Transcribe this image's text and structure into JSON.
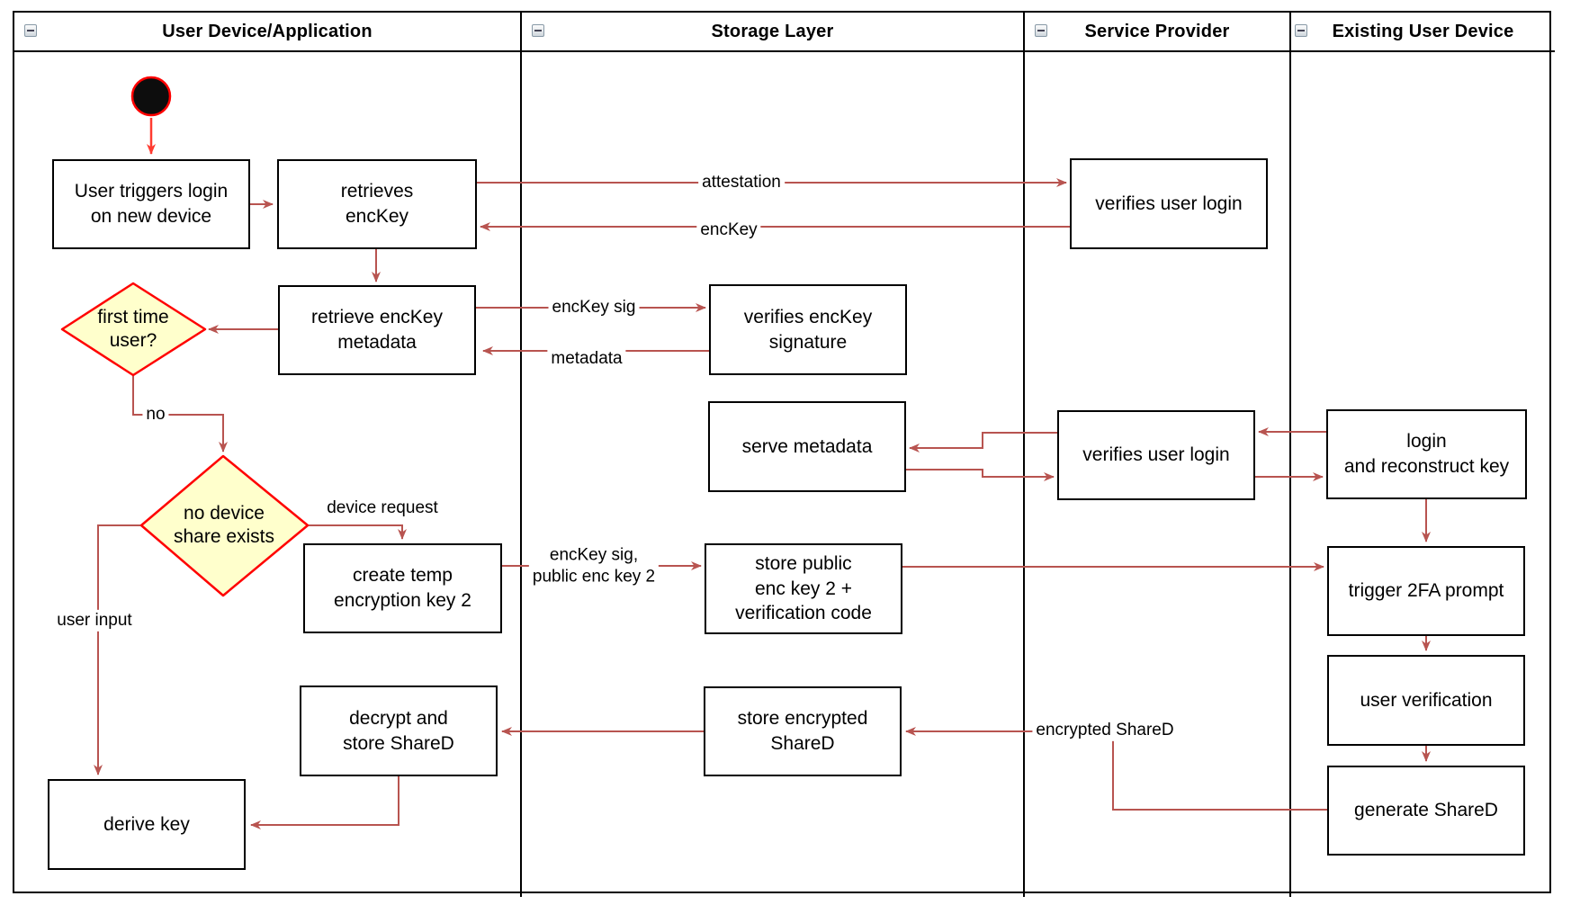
{
  "diagram": {
    "lanes": [
      {
        "label": "User Device/Application"
      },
      {
        "label": "Storage Layer"
      },
      {
        "label": "Service Provider"
      },
      {
        "label": "Existing User Device"
      }
    ],
    "nodes": {
      "user_triggers_login": "User triggers login\non new device",
      "retrieves_enckey": "retrieves\nencKey",
      "verifies_user_login_top": "verifies user login",
      "retrieve_enckey_metadata": "retrieve encKey\nmetadata",
      "verifies_enckey_signature": "verifies encKey\nsignature",
      "serve_metadata": "serve metadata",
      "verifies_user_login_mid": "verifies user login",
      "login_and_reconstruct_key": "login\nand reconstruct key",
      "create_temp_encryption_key_2": "create temp\nencryption key 2",
      "store_public_enc_key_2": "store public\nenc key 2 +\nverification code",
      "trigger_2fa_prompt": "trigger 2FA prompt",
      "user_verification": "user verification",
      "generate_shared": "generate ShareD",
      "store_encrypted_shared": "store encrypted\nShareD",
      "decrypt_and_store_shared": "decrypt and\nstore ShareD",
      "derive_key": "derive key"
    },
    "decisions": {
      "first_time_user": "first time\nuser?",
      "no_device_share_exists": "no device\nshare exists"
    },
    "edge_labels": {
      "attestation": "attestation",
      "enckey": "encKey",
      "enckey_sig": "encKey sig",
      "metadata": "metadata",
      "no": "no",
      "device_request": "device request",
      "enckey_sig_public_enc_key_2": "encKey sig,\npublic enc key 2",
      "user_input": "user input",
      "encrypted_shared": "encrypted ShareD"
    },
    "colors": {
      "connector": "#b85450",
      "start_accent": "#ff3b30",
      "decision_fill": "#ffffcc",
      "decision_stroke": "#ff0000",
      "node_border": "#000000",
      "lane_border": "#000000"
    }
  }
}
